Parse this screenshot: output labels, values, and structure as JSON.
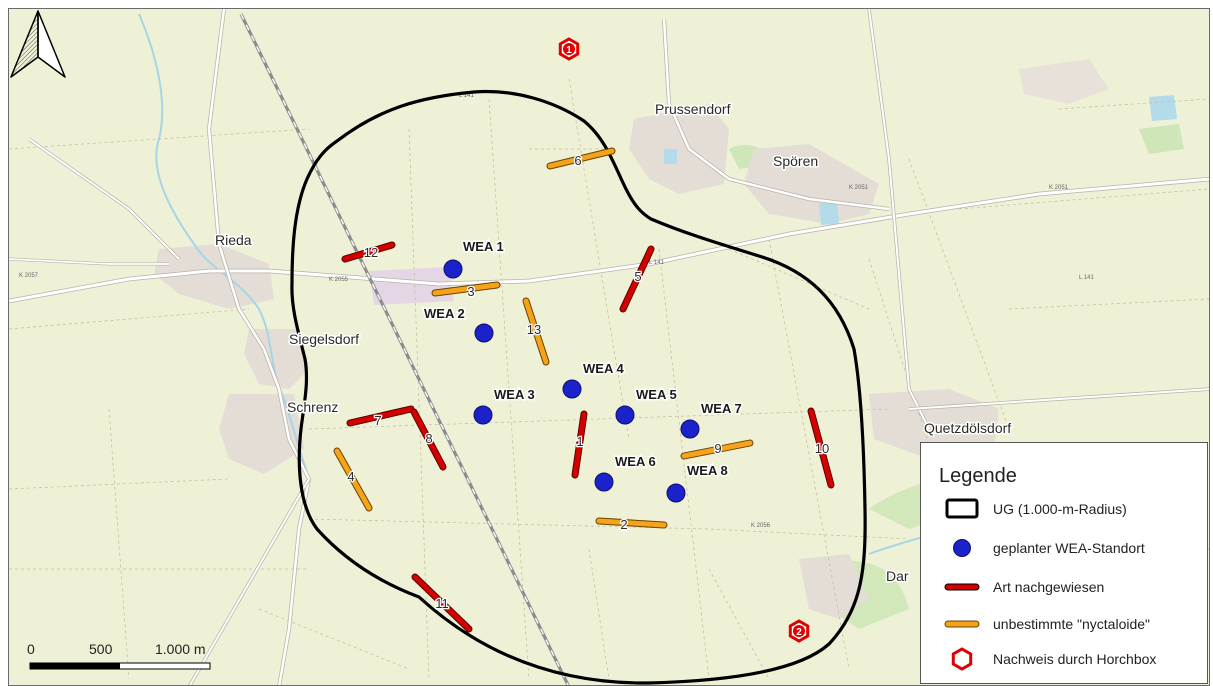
{
  "places": [
    {
      "name": "Prussendorf"
    },
    {
      "name": "Spören"
    },
    {
      "name": "Rieda"
    },
    {
      "name": "Siegelsdorf"
    },
    {
      "name": "Schrenz"
    },
    {
      "name": "Quetzdölsdorf"
    },
    {
      "name": "Dar"
    }
  ],
  "road_labels": [
    "K 2051",
    "L 141",
    "K 2051",
    "L 141",
    "K 2057",
    "K 2055",
    "L 141",
    "K 2056"
  ],
  "wea": [
    {
      "label": "WEA 1"
    },
    {
      "label": "WEA 2"
    },
    {
      "label": "WEA 3"
    },
    {
      "label": "WEA 4"
    },
    {
      "label": "WEA 5"
    },
    {
      "label": "WEA 6"
    },
    {
      "label": "WEA 7"
    },
    {
      "label": "WEA 8"
    }
  ],
  "transects": [
    {
      "label": "1",
      "type": "art_nachgewiesen"
    },
    {
      "label": "2",
      "type": "nyctaloid"
    },
    {
      "label": "3",
      "type": "nyctaloid"
    },
    {
      "label": "4",
      "type": "nyctaloid"
    },
    {
      "label": "5",
      "type": "art_nachgewiesen"
    },
    {
      "label": "6",
      "type": "nyctaloid"
    },
    {
      "label": "7",
      "type": "art_nachgewiesen"
    },
    {
      "label": "8",
      "type": "art_nachgewiesen"
    },
    {
      "label": "9",
      "type": "nyctaloid"
    },
    {
      "label": "10",
      "type": "art_nachgewiesen"
    },
    {
      "label": "11",
      "type": "art_nachgewiesen"
    },
    {
      "label": "12",
      "type": "art_nachgewiesen"
    },
    {
      "label": "13",
      "type": "nyctaloid"
    }
  ],
  "horchbox": [
    {
      "label": "1"
    },
    {
      "label": "2"
    }
  ],
  "legend": {
    "title": "Legende",
    "items": [
      {
        "symbol": "ug-boundary",
        "label": "UG (1.000-m-Radius)"
      },
      {
        "symbol": "wea-dot",
        "label": "geplanter WEA-Standort"
      },
      {
        "symbol": "red-line",
        "label": "Art nachgewiesen"
      },
      {
        "symbol": "orange-line",
        "label": "unbestimmte \"nyctaloide\""
      },
      {
        "symbol": "red-hexagon",
        "label": "Nachweis durch Horchbox"
      }
    ]
  },
  "scalebar": {
    "labels": [
      "0",
      "500",
      "1.000 m"
    ]
  },
  "colors": {
    "art_nachgewiesen": "#d40000",
    "nyctaloid": "#f5a31a",
    "wea": "#1c22c9",
    "ug": "#000000",
    "horchbox": "#e00000",
    "background": "#eef1d6",
    "road": "#ffffff",
    "village": "#e2ddd6",
    "water": "#a5d3e6",
    "forest": "#cde6b4"
  }
}
